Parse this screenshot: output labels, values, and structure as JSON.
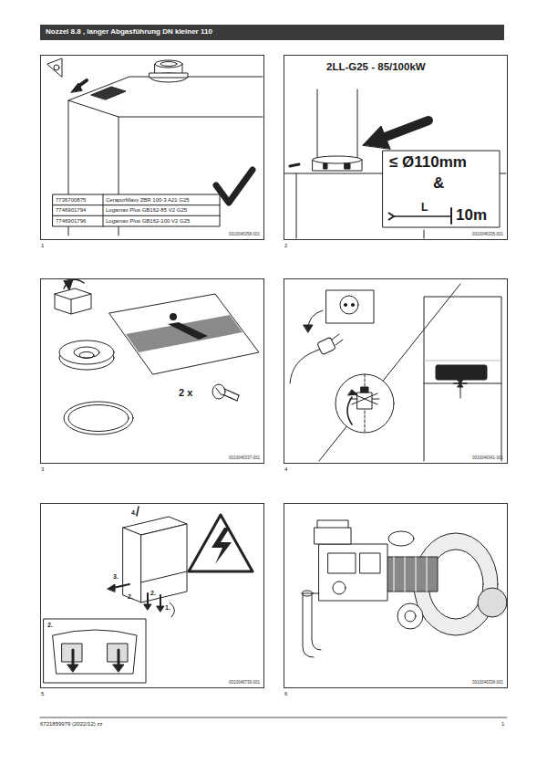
{
  "diagram": {
    "title": "Nozzel 8.8 , langer Abgasführung DN kleiner 110",
    "nodes": [
      {
        "text": [
          "0010046358-001",
          "1"
        ]
      },
      {
        "text": [
          "0010046335-001",
          "2"
        ]
      },
      {
        "text": [
          "0010046337-001",
          "3"
        ]
      },
      {
        "text": [
          "0010046341-001",
          "4"
        ]
      },
      {
        "text": [
          "0010046739-001",
          "5"
        ]
      },
      {
        "text": [
          "0010046338-001",
          "6"
        ]
      }
    ],
    "labels": [
      "7736700875",
      "CerapurMaxx ZBR 100-3 A21 G25",
      "7746901794",
      "Logamax Plus GB162-85 V2 G25",
      "7746901796",
      "Logamax Plus GB162-100 V2 G25",
      "2LL-G25 - 85/100kW",
      "≤ Ø110mm",
      "&",
      "L",
      "10m",
      "2 x",
      "4.",
      "3.",
      "2.",
      "2.",
      "1.",
      "2.",
      "6721859979 (2022/12) zz",
      "1"
    ]
  }
}
